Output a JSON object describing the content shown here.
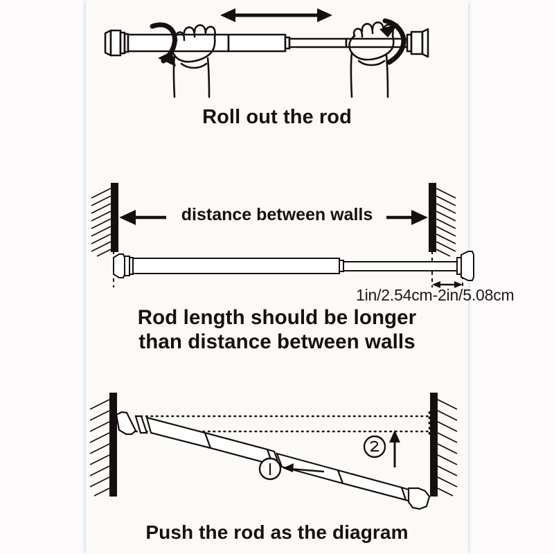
{
  "page": {
    "title": "Tension rod installation instructions",
    "background_color": "#fdfbfc",
    "panel_color": "#fbfaf6",
    "ink_color": "#15100e",
    "edge_glow_color": "#c3dcf0"
  },
  "steps": [
    {
      "index": 1,
      "caption": "Roll out the rod",
      "illustration": "two-hands-twisting-telescoping-rod",
      "annotations": {
        "extend_arrow": "double-headed-horizontal-arrow",
        "left_rotation_arrow": "clockwise-curved-arrow",
        "right_rotation_arrow": "counterclockwise-curved-arrow"
      }
    },
    {
      "index": 2,
      "caption": "Rod length should be longer\nthan distance between walls",
      "illustration": "rod-between-two-hatched-walls",
      "annotations": {
        "span_label": "distance between walls",
        "overlap_label": "1in/2.54cm-2in/5.08cm",
        "span_arrow": "double-headed-horizontal-arrow",
        "overlap_arrow": "small-double-headed-arrow"
      }
    },
    {
      "index": 3,
      "caption": "Push the rod as the diagram",
      "illustration": "diagonal-rod-being-pushed-into-place",
      "annotations": {
        "callout_one": "①",
        "callout_one_direction": "arrow-left",
        "callout_two": "②",
        "callout_two_direction": "arrow-up",
        "ghost_outline": "dotted-final-position"
      }
    }
  ]
}
